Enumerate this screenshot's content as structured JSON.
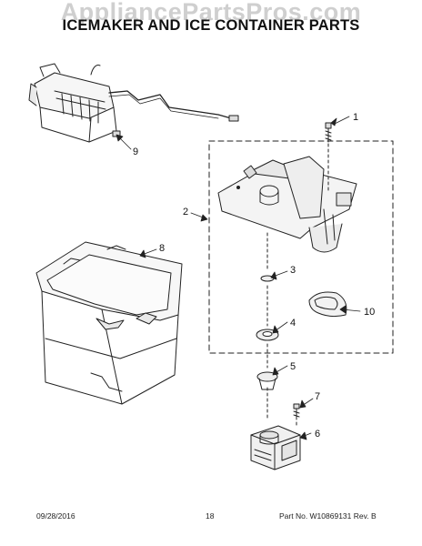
{
  "watermark": "AppliancePartsPros.com",
  "title": "ICEMAKER AND ICE CONTAINER PARTS",
  "callouts": [
    "1",
    "2",
    "3",
    "4",
    "5",
    "6",
    "7",
    "8",
    "9",
    "10"
  ],
  "footer": {
    "date": "09/28/2016",
    "page": "18",
    "part_number": "Part No. W10869131  Rev. B"
  }
}
